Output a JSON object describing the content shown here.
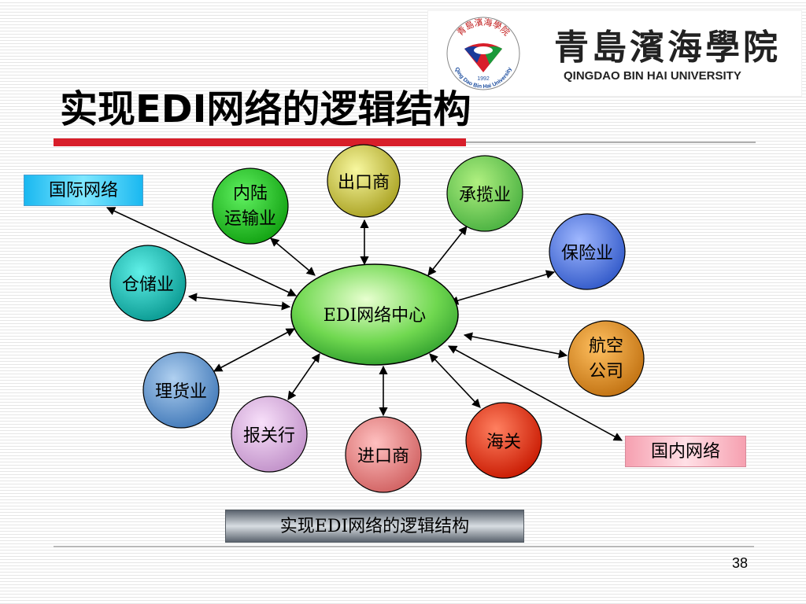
{
  "logo": {
    "name_cn": "青島濱海學院",
    "name_en": "QINGDAO BIN HAI UNIVERSITY",
    "emblem_cn": "青島濱海學院",
    "emblem_en": "Qing Dao Bin Hai University",
    "emblem_year": "1992"
  },
  "title": "实现EDI网络的逻辑结构",
  "diagram": {
    "center": "EDI网络中心",
    "nodes": {
      "export": "出口商",
      "inland_1": "内陆",
      "inland_2": "运输业",
      "consolidator": "承揽业",
      "insurance": "保险业",
      "warehouse": "仓储业",
      "airline_1": "航空",
      "airline_2": "公司",
      "tally": "理货业",
      "broker": "报关行",
      "import": "进口商",
      "customs": "海关"
    },
    "labels": {
      "international": "国际网络",
      "domestic": "国内网络"
    }
  },
  "caption": "实现EDI网络的逻辑结构",
  "page_number": "38",
  "colors": {
    "accent_red": "#d81e2a",
    "center_fill": "#40c040",
    "export_fill": "#c8c830",
    "inland_fill": "#20b020",
    "consolidator_fill": "#60c848",
    "insurance_fill": "#4a70d8",
    "warehouse_fill": "#10b8b0",
    "airline_fill": "#d88818",
    "tally_fill": "#5090c8",
    "broker_fill": "#d0a0d8",
    "import_fill": "#e07878",
    "customs_fill": "#e02a10"
  }
}
